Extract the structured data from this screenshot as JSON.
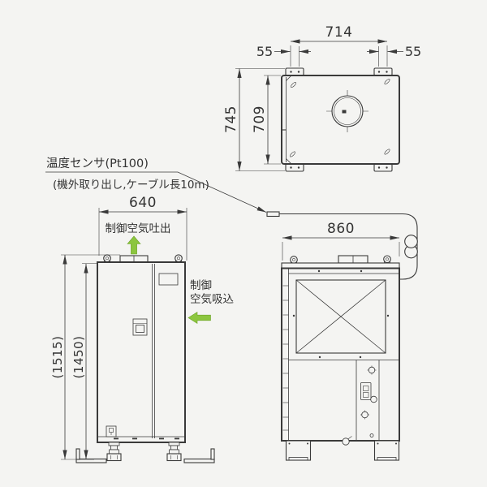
{
  "palette": {
    "background": "#f4f4f2",
    "line": "#3a3a3a",
    "arrow_green": "#8cc63f",
    "arrow_green_edge": "#6ea32a"
  },
  "labels": {
    "temp_sensor_line1": "温度センサ(Pt100)",
    "temp_sensor_line2": "(機外取り出し,ケーブル長10m)",
    "control_air_outlet": "制御空気吐出",
    "control_air_inlet_line1": "制御",
    "control_air_inlet_line2": "空気吸込"
  },
  "dimensions": {
    "top_width": "714",
    "offset_left": "55",
    "offset_right": "55",
    "depth_overall": "745",
    "depth_inner": "709",
    "front_width": "640",
    "height_overall": "(1515)",
    "height_body": "(1450)",
    "side_depth": "860"
  }
}
